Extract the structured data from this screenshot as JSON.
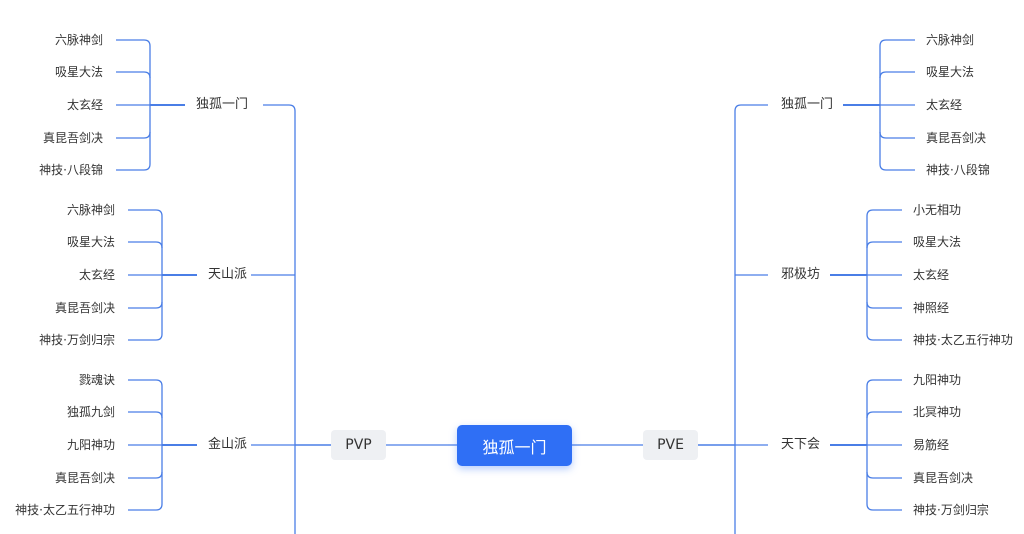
{
  "root": "独孤一门",
  "colors": {
    "line": "#4a7ee6",
    "root": "#2f6ff5",
    "mode_bg": "#eef0f3"
  },
  "left": {
    "label": "PVP",
    "branches": [
      {
        "label": "独孤一门",
        "leaves": [
          "六脉神剑",
          "吸星大法",
          "太玄经",
          "真昆吾剑决",
          "神技·八段锦"
        ]
      },
      {
        "label": "天山派",
        "leaves": [
          "六脉神剑",
          "吸星大法",
          "太玄经",
          "真昆吾剑决",
          "神技·万剑归宗"
        ]
      },
      {
        "label": "金山派",
        "leaves": [
          "戮魂诀",
          "独孤九剑",
          "九阳神功",
          "真昆吾剑决",
          "神技·太乙五行神功"
        ]
      }
    ]
  },
  "right": {
    "label": "PVE",
    "branches": [
      {
        "label": "独孤一门",
        "leaves": [
          "六脉神剑",
          "吸星大法",
          "太玄经",
          "真昆吾剑决",
          "神技·八段锦"
        ]
      },
      {
        "label": "邪极坊",
        "leaves": [
          "小无相功",
          "吸星大法",
          "太玄经",
          "神照经",
          "神技·太乙五行神功"
        ]
      },
      {
        "label": "天下会",
        "leaves": [
          "九阳神功",
          "北冥神功",
          "易筋经",
          "真昆吾剑决",
          "神技·万剑归宗"
        ]
      }
    ]
  }
}
